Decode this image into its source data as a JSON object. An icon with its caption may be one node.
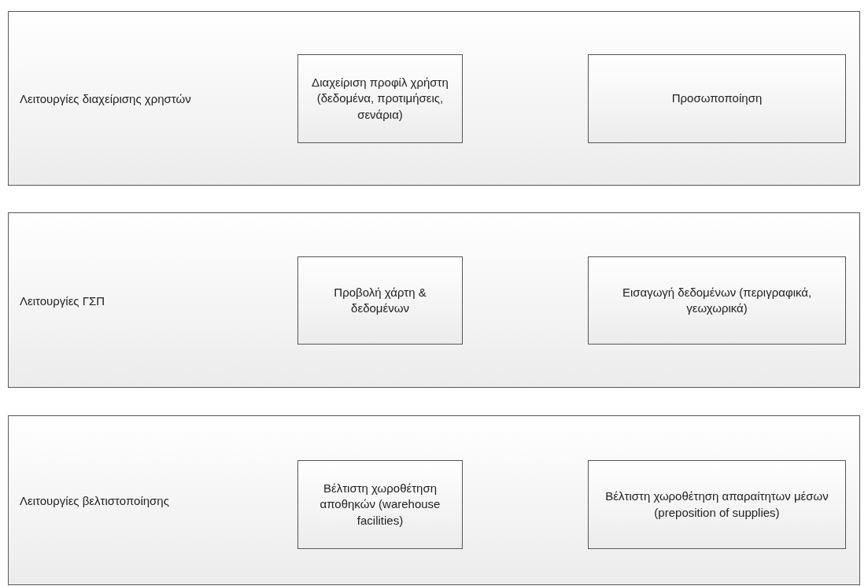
{
  "diagram": {
    "nodes": [
      {
        "text": [
          "Λειτουργίες διαχείρισης χρηστών"
        ]
      },
      {
        "text": [
          "Διαχείριση προφίλ χρήστη (δεδομένα, προτιμήσεις, σενάρια)"
        ],
        "in": 0
      },
      {
        "text": [
          "Προσωποποίηση"
        ],
        "in": 0
      },
      {
        "text": [
          "Λειτουργίες ΓΣΠ"
        ]
      },
      {
        "text": [
          "Προβολή χάρτη & δεδομένων"
        ],
        "in": 3
      },
      {
        "text": [
          "Εισαγωγή δεδομένων (περιγραφικά, γεωχωρικά)"
        ],
        "in": 3
      },
      {
        "text": [
          "Λειτουργίες βελτιστοποίησης"
        ]
      },
      {
        "text": [
          "Βέλτιστη χωροθέτηση αποθηκών (warehouse facilities)"
        ],
        "in": 6
      },
      {
        "text": [
          "Βέλτιστη χωροθέτηση απαραίτητων μέσων (preposition of supplies)"
        ],
        "in": 6
      }
    ]
  }
}
